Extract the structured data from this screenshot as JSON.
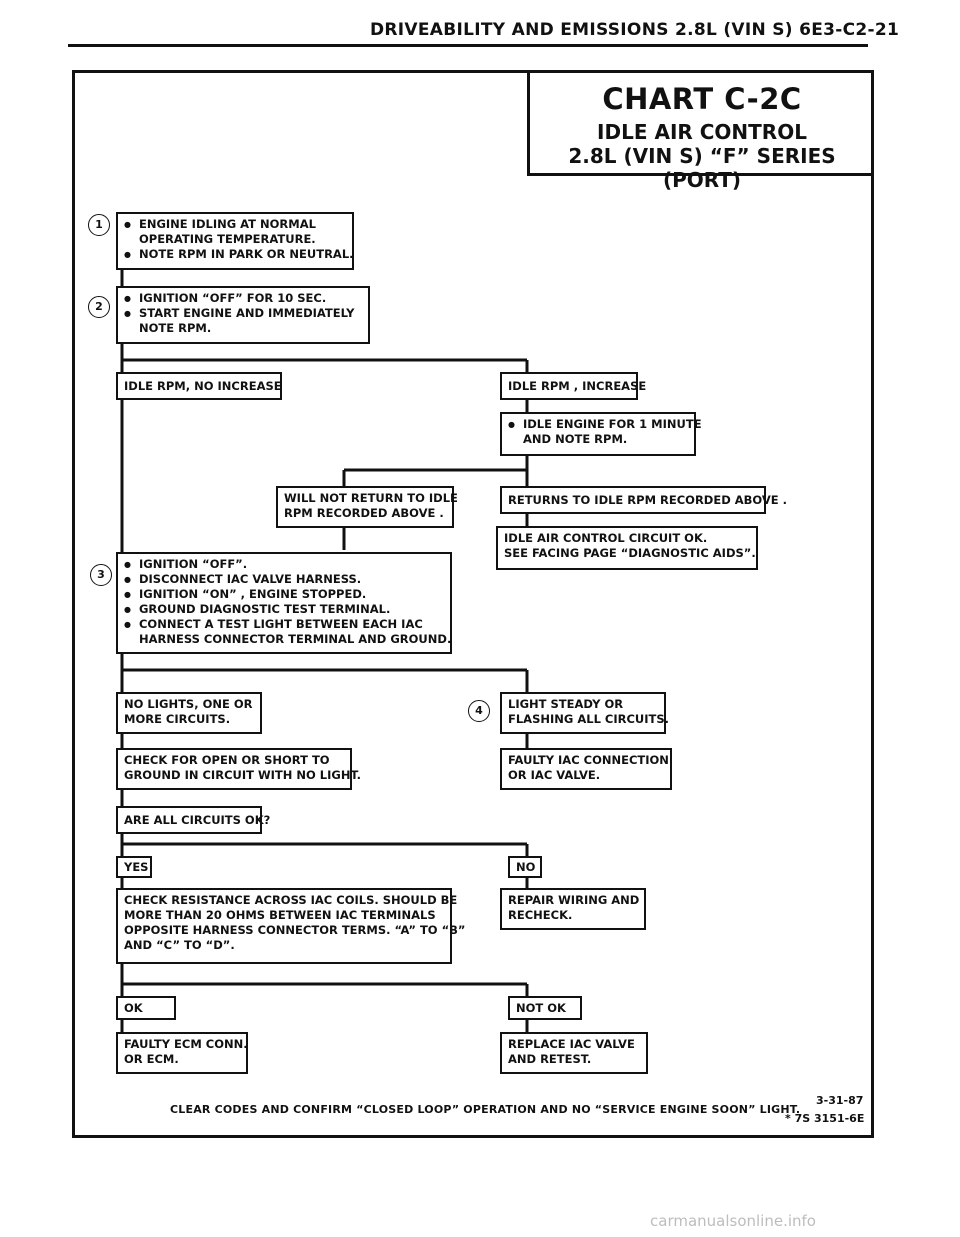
{
  "header": {
    "text": "DRIVEABILITY AND EMISSIONS 2.8L (VIN S) 6E3-C2-21"
  },
  "chart_title": {
    "line1": "CHART C-2C",
    "line2": "IDLE AIR CONTROL",
    "line3": "2.8L (VIN S) “F” SERIES (PORT)"
  },
  "steps": {
    "s1": "1",
    "s2": "2",
    "s3": "3",
    "s4": "4"
  },
  "boxes": {
    "b1": [
      "ENGINE IDLING AT NORMAL",
      "OPERATING TEMPERATURE.",
      "NOTE RPM IN PARK OR NEUTRAL."
    ],
    "b2": [
      "IGNITION “OFF”  FOR 10 SEC.",
      "START ENGINE  AND IMMEDIATELY",
      "NOTE RPM."
    ],
    "no_increase": "IDLE RPM, NO INCREASE",
    "increase": "IDLE RPM , INCREASE",
    "idle_1min": [
      "IDLE ENGINE FOR 1 MINUTE",
      "AND NOTE RPM."
    ],
    "will_not_return": [
      "WILL NOT RETURN TO IDLE",
      "RPM RECORDED  ABOVE ."
    ],
    "returns": "RETURNS TO IDLE RPM RECORDED ABOVE .",
    "iac_ok": [
      "IDLE AIR CONTROL CIRCUIT OK.",
      "SEE FACING PAGE “DIAGNOSTIC AIDS”."
    ],
    "b3": [
      "IGNITION “OFF”.",
      "DISCONNECT IAC VALVE HARNESS.",
      "IGNITION “ON” , ENGINE STOPPED.",
      "GROUND DIAGNOSTIC TEST TERMINAL.",
      "CONNECT A TEST LIGHT BETWEEN EACH IAC",
      "HARNESS CONNECTOR TERMINAL AND GROUND."
    ],
    "no_lights": [
      "NO LIGHTS, ONE OR",
      "MORE CIRCUITS."
    ],
    "light_steady": [
      "LIGHT STEADY OR",
      "FLASHING  ALL CIRCUITS."
    ],
    "check_open": [
      "CHECK FOR OPEN OR SHORT TO",
      "GROUND IN CIRCUIT WITH NO LIGHT."
    ],
    "faulty_iac": [
      "FAULTY  IAC  CONNECTION",
      "OR  IAC  VALVE."
    ],
    "all_ok": "ARE ALL CIRCUITS OK?",
    "yes": "YES",
    "no": "NO",
    "check_resistance": [
      "CHECK RESISTANCE ACROSS IAC COILS.  SHOULD BE",
      "MORE THAN 20 OHMS BETWEEN IAC TERMINALS",
      "OPPOSITE HARNESS CONNECTOR TERMS. “A” TO “B”",
      "AND “C” TO “D”."
    ],
    "repair": [
      "REPAIR WIRING AND",
      "RECHECK."
    ],
    "ok": "OK",
    "not_ok": "NOT OK",
    "faulty_ecm": [
      "FAULTY ECM CONN.",
      "OR ECM."
    ],
    "replace": [
      "REPLACE IAC VALVE",
      "AND RETEST."
    ]
  },
  "footer": {
    "note": "CLEAR CODES AND CONFIRM  “CLOSED LOOP” OPERATION AND NO “SERVICE ENGINE SOON” LIGHT.",
    "date": "3-31-87",
    "code": "*  7S 3151-6E"
  },
  "watermark": "carmanualsonline.info"
}
